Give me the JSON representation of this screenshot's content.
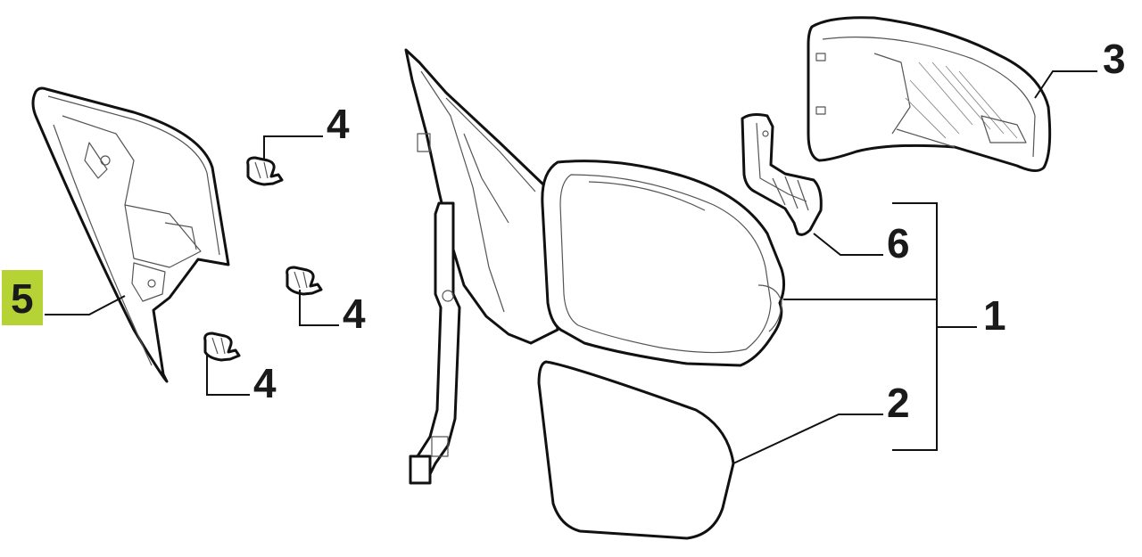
{
  "callouts": [
    {
      "id": "1",
      "label": "1"
    },
    {
      "id": "2",
      "label": "2"
    },
    {
      "id": "3",
      "label": "3"
    },
    {
      "id": "4a",
      "label": "4"
    },
    {
      "id": "4b",
      "label": "4"
    },
    {
      "id": "4c",
      "label": "4"
    },
    {
      "id": "5",
      "label": "5",
      "highlight": true
    },
    {
      "id": "6",
      "label": "6"
    }
  ],
  "highlight_color": "#b5d334"
}
